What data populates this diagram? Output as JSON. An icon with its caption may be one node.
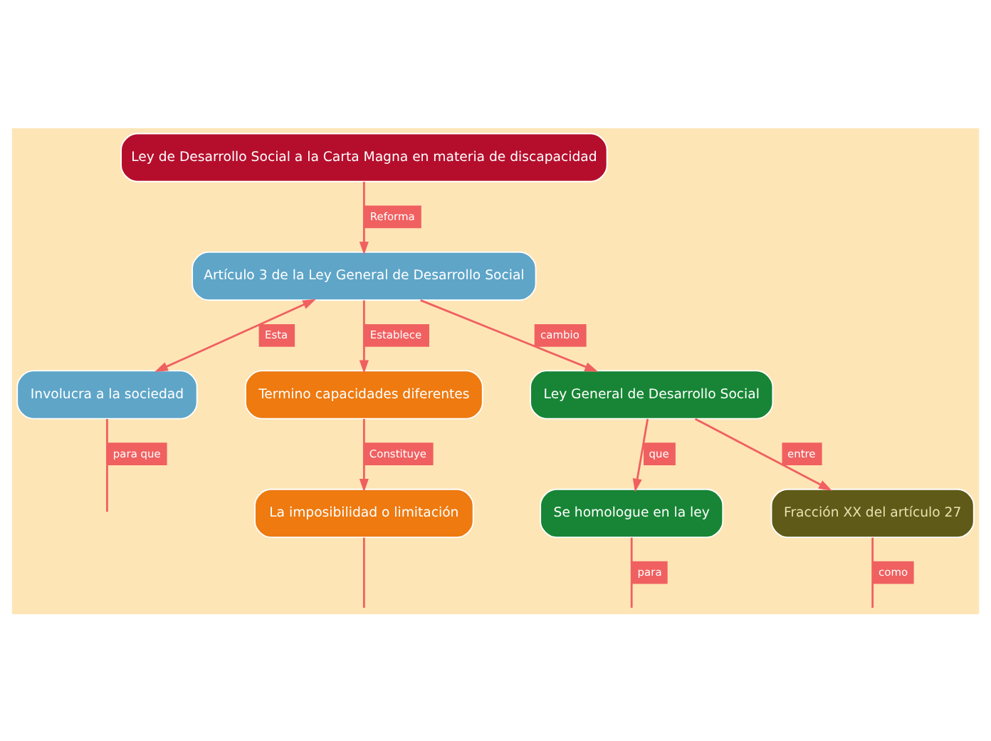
{
  "diagram": {
    "nodes": [
      {
        "text": [
          "Ley de Desarrollo Social a la Carta Magna en materia de discapacidad"
        ]
      },
      {
        "text": [
          "Artículo 3 de la Ley General de Desarrollo Social"
        ]
      },
      {
        "text": [
          "Involucra a la sociedad"
        ]
      },
      {
        "text": [
          "Termino capacidades diferentes"
        ]
      },
      {
        "text": [
          "La imposibilidad o limitación"
        ]
      },
      {
        "text": [
          "Ley General de Desarrollo Social"
        ]
      },
      {
        "text": [
          "Se homologue en la ley"
        ]
      },
      {
        "text": [
          "Fracción XX del artículo 27"
        ]
      }
    ],
    "edges": [
      {
        "from": 0,
        "to": 1,
        "arrow": "to",
        "label": "Reforma"
      },
      {
        "from": 1,
        "to": 2,
        "arrow": "both",
        "label": "Esta"
      },
      {
        "from": 2,
        "to": null,
        "arrow": "none",
        "label": "para que"
      },
      {
        "from": 1,
        "to": 3,
        "arrow": "to",
        "label": "Establece"
      },
      {
        "from": 1,
        "to": 5,
        "arrow": "to",
        "label": "cambio"
      },
      {
        "from": 3,
        "to": 4,
        "arrow": "to",
        "label": "Constituye"
      },
      {
        "from": 4,
        "to": null,
        "arrow": "none"
      },
      {
        "from": 5,
        "to": 6,
        "arrow": "to",
        "label": "que"
      },
      {
        "from": 5,
        "to": 7,
        "arrow": "to",
        "label": "entre"
      },
      {
        "from": 6,
        "to": null,
        "arrow": "none",
        "label": "para"
      },
      {
        "from": 7,
        "to": null,
        "arrow": "none",
        "label": "como"
      }
    ]
  }
}
